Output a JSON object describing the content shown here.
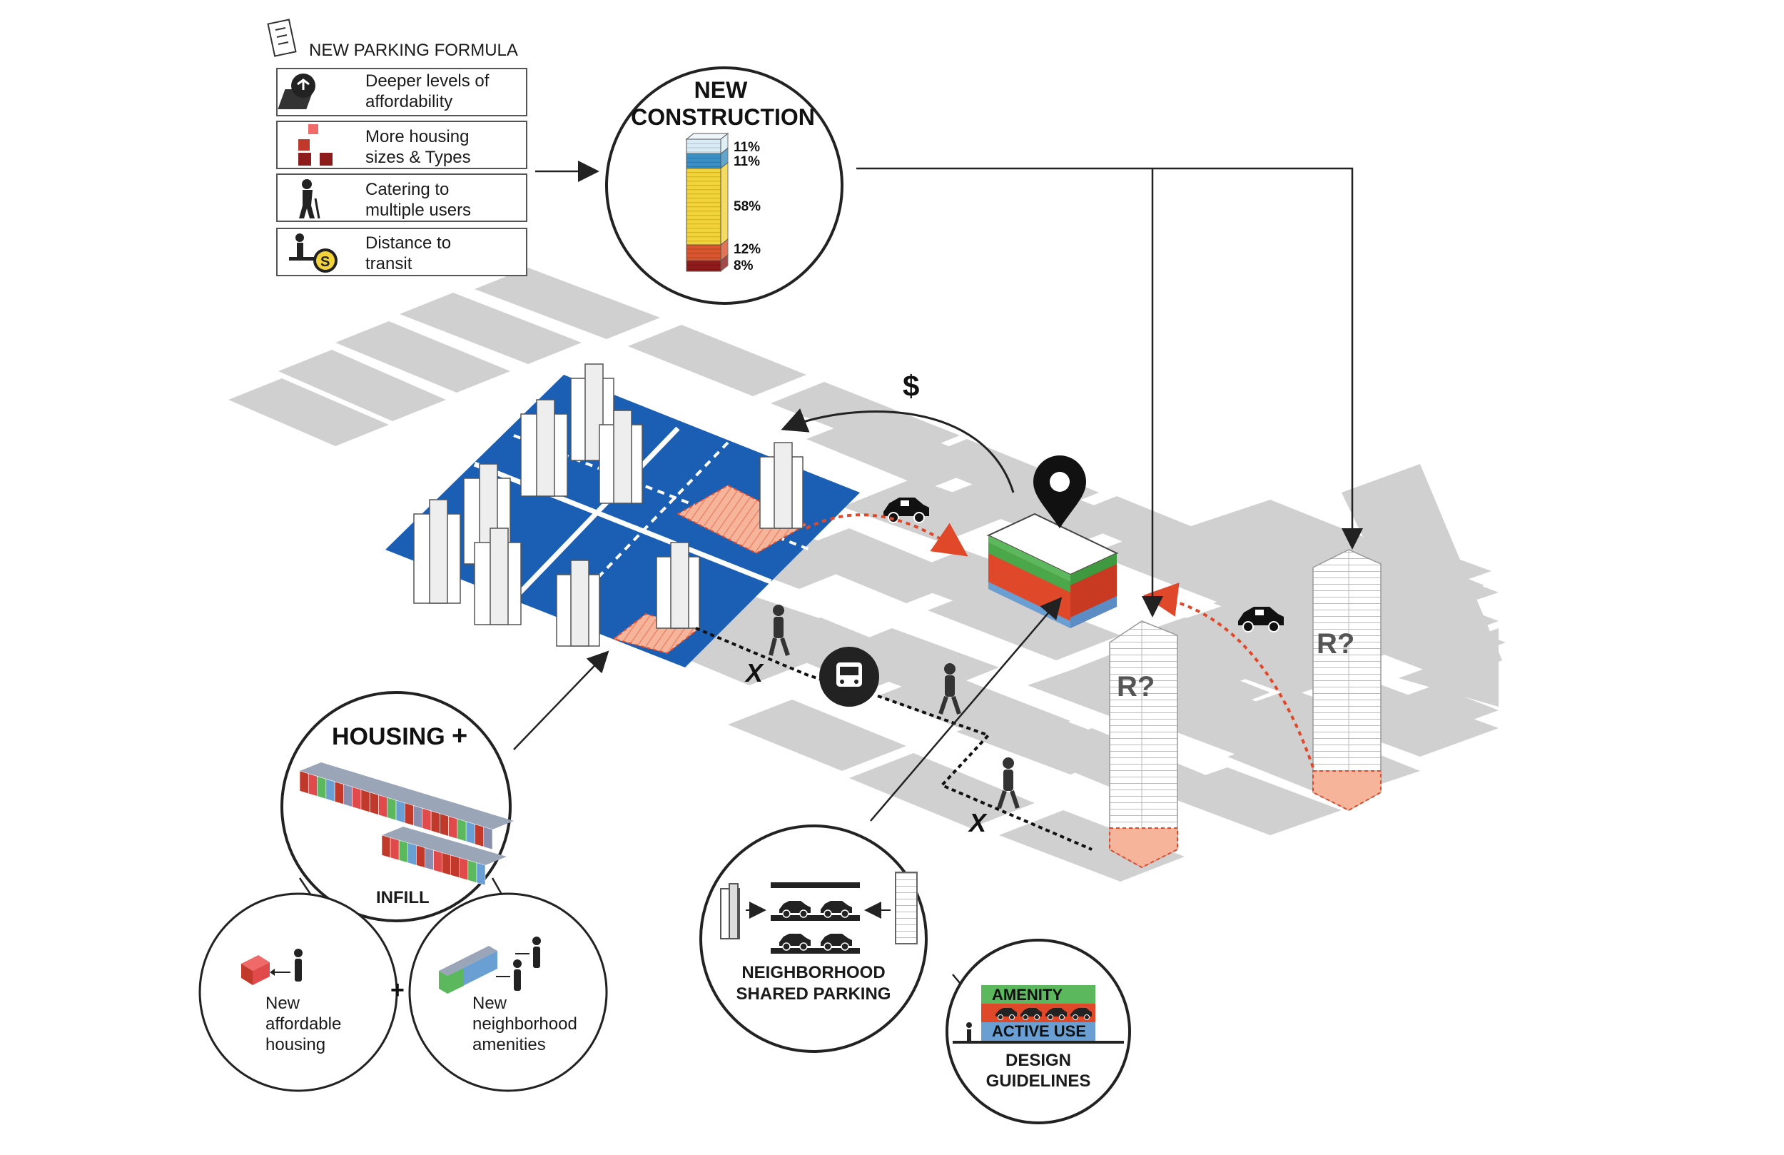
{
  "formula": {
    "title": "NEW PARKING FORMULA",
    "items": [
      {
        "line1": "Deeper levels of",
        "line2": "affordability",
        "icon": "money-stack-icon"
      },
      {
        "line1": "More housing",
        "line2": "sizes & Types",
        "icon": "housing-blocks-icon"
      },
      {
        "line1": "Catering to",
        "line2": "multiple users",
        "icon": "elderly-person-icon"
      },
      {
        "line1": "Distance to",
        "line2": "transit",
        "icon": "transit-distance-icon"
      }
    ]
  },
  "construction": {
    "title_line1": "NEW",
    "title_line2": "CONSTRUCTION",
    "segments": [
      {
        "label": "11%",
        "value": 11,
        "color": "#d9ecf5"
      },
      {
        "label": "11%",
        "value": 11,
        "color": "#3a8fc4"
      },
      {
        "label": "58%",
        "value": 58,
        "color": "#f3d33a"
      },
      {
        "label": "12%",
        "value": 12,
        "color": "#d9552e"
      },
      {
        "label": "8%",
        "value": 8,
        "color": "#8e1b1b"
      }
    ]
  },
  "map": {
    "money_label": "$",
    "cross_label_1": "X",
    "cross_label_2": "X",
    "tower_label_1": "R?",
    "tower_label_2": "R?"
  },
  "housing": {
    "title": "HOUSING",
    "plus": "+",
    "caption": "INFILL",
    "between_plus": "+",
    "affordable": {
      "line1": "New",
      "line2": "affordable",
      "line3": "housing"
    },
    "amenities": {
      "line1": "New",
      "line2": "neighborhood",
      "line3": "amenities"
    }
  },
  "shared": {
    "line1": "NEIGHBORHOOD",
    "line2": "SHARED PARKING"
  },
  "guidelines": {
    "amenity": "AMENITY",
    "active": "ACTIVE USE",
    "line1": "DESIGN",
    "line2": "GUIDELINES"
  },
  "colors": {
    "block_blue": "#1a5fb4",
    "street_gray": "#d0d0d0",
    "parking_salmon": "#f6b59a",
    "arrow_red": "#e0482a",
    "amenity_green": "#5cb85c",
    "active_blue": "#6a9fd4"
  }
}
